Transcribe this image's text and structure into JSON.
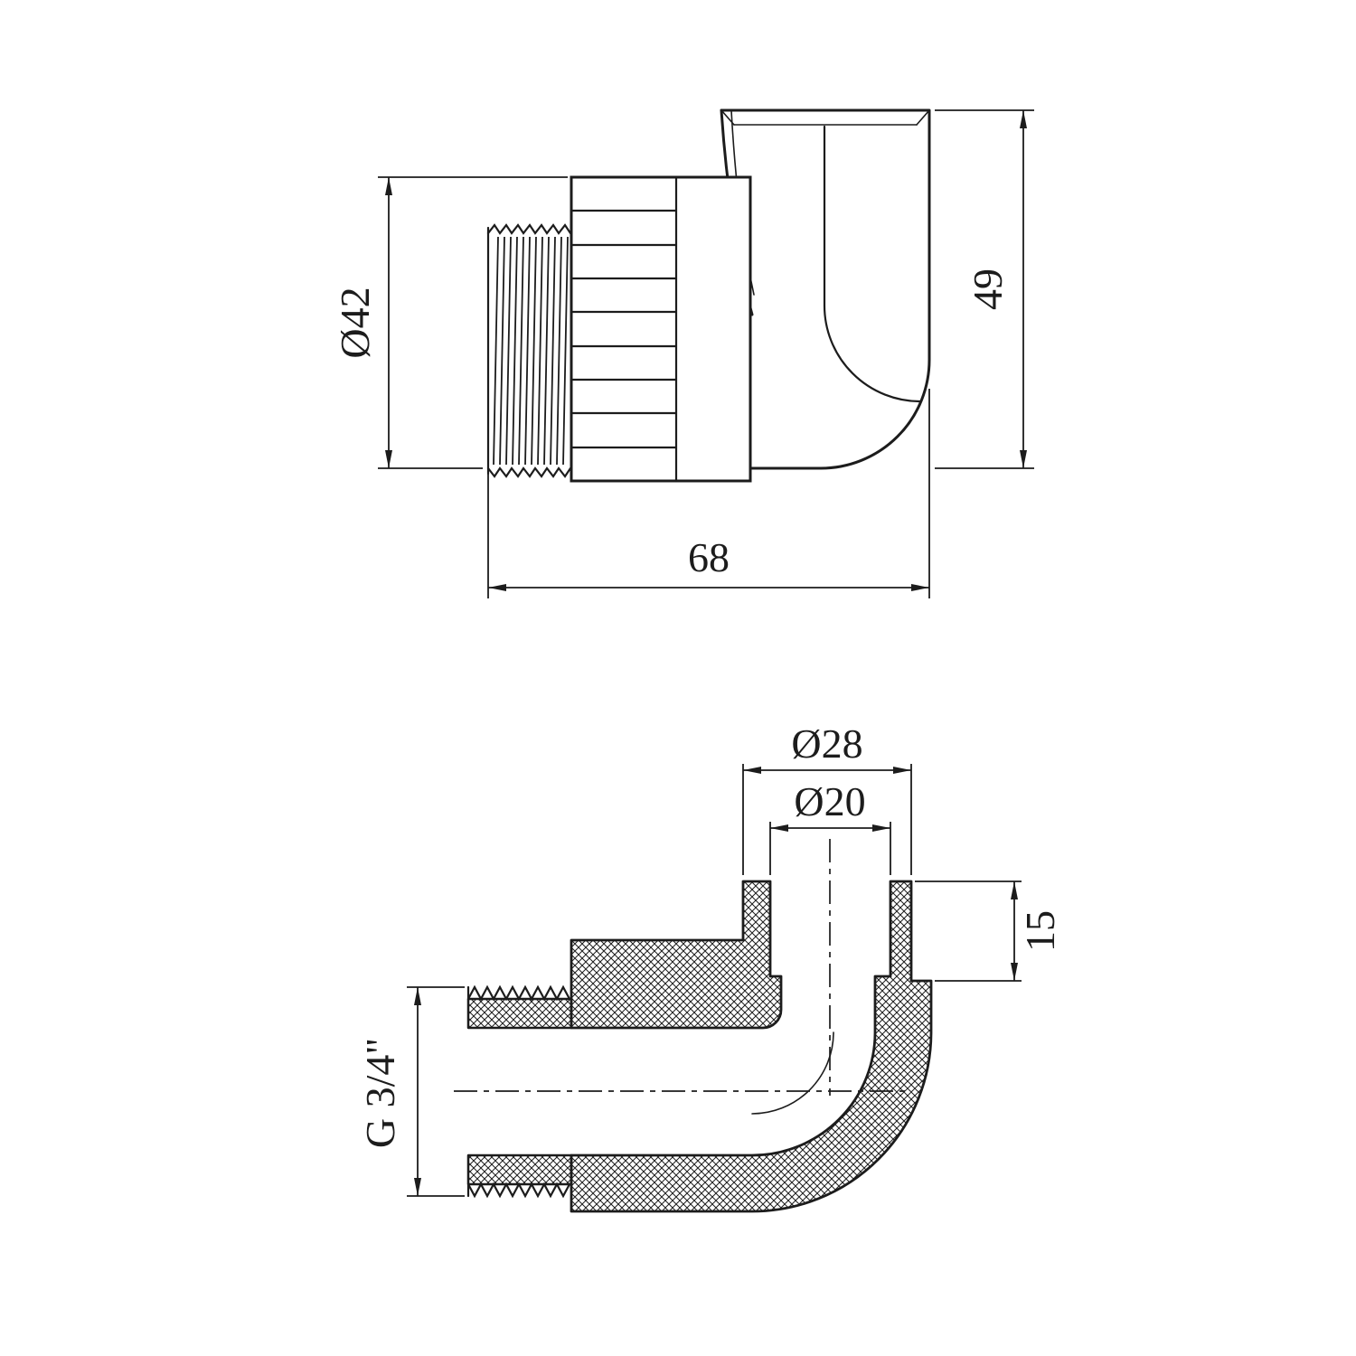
{
  "drawing": {
    "background": "#ffffff",
    "line_color": "#1c1c1c",
    "views": {
      "top_view": {
        "description": "elbow union fitting - external side view",
        "dimensions": {
          "nut_diameter": "Ø42",
          "height": "49",
          "length": "68"
        }
      },
      "section_view": {
        "description": "elbow fitting - cross section view",
        "dimensions": {
          "socket_outer_diameter": "Ø28",
          "socket_inner_diameter": "Ø20",
          "socket_depth": "15",
          "thread_size": "G 3/4\""
        }
      }
    }
  }
}
